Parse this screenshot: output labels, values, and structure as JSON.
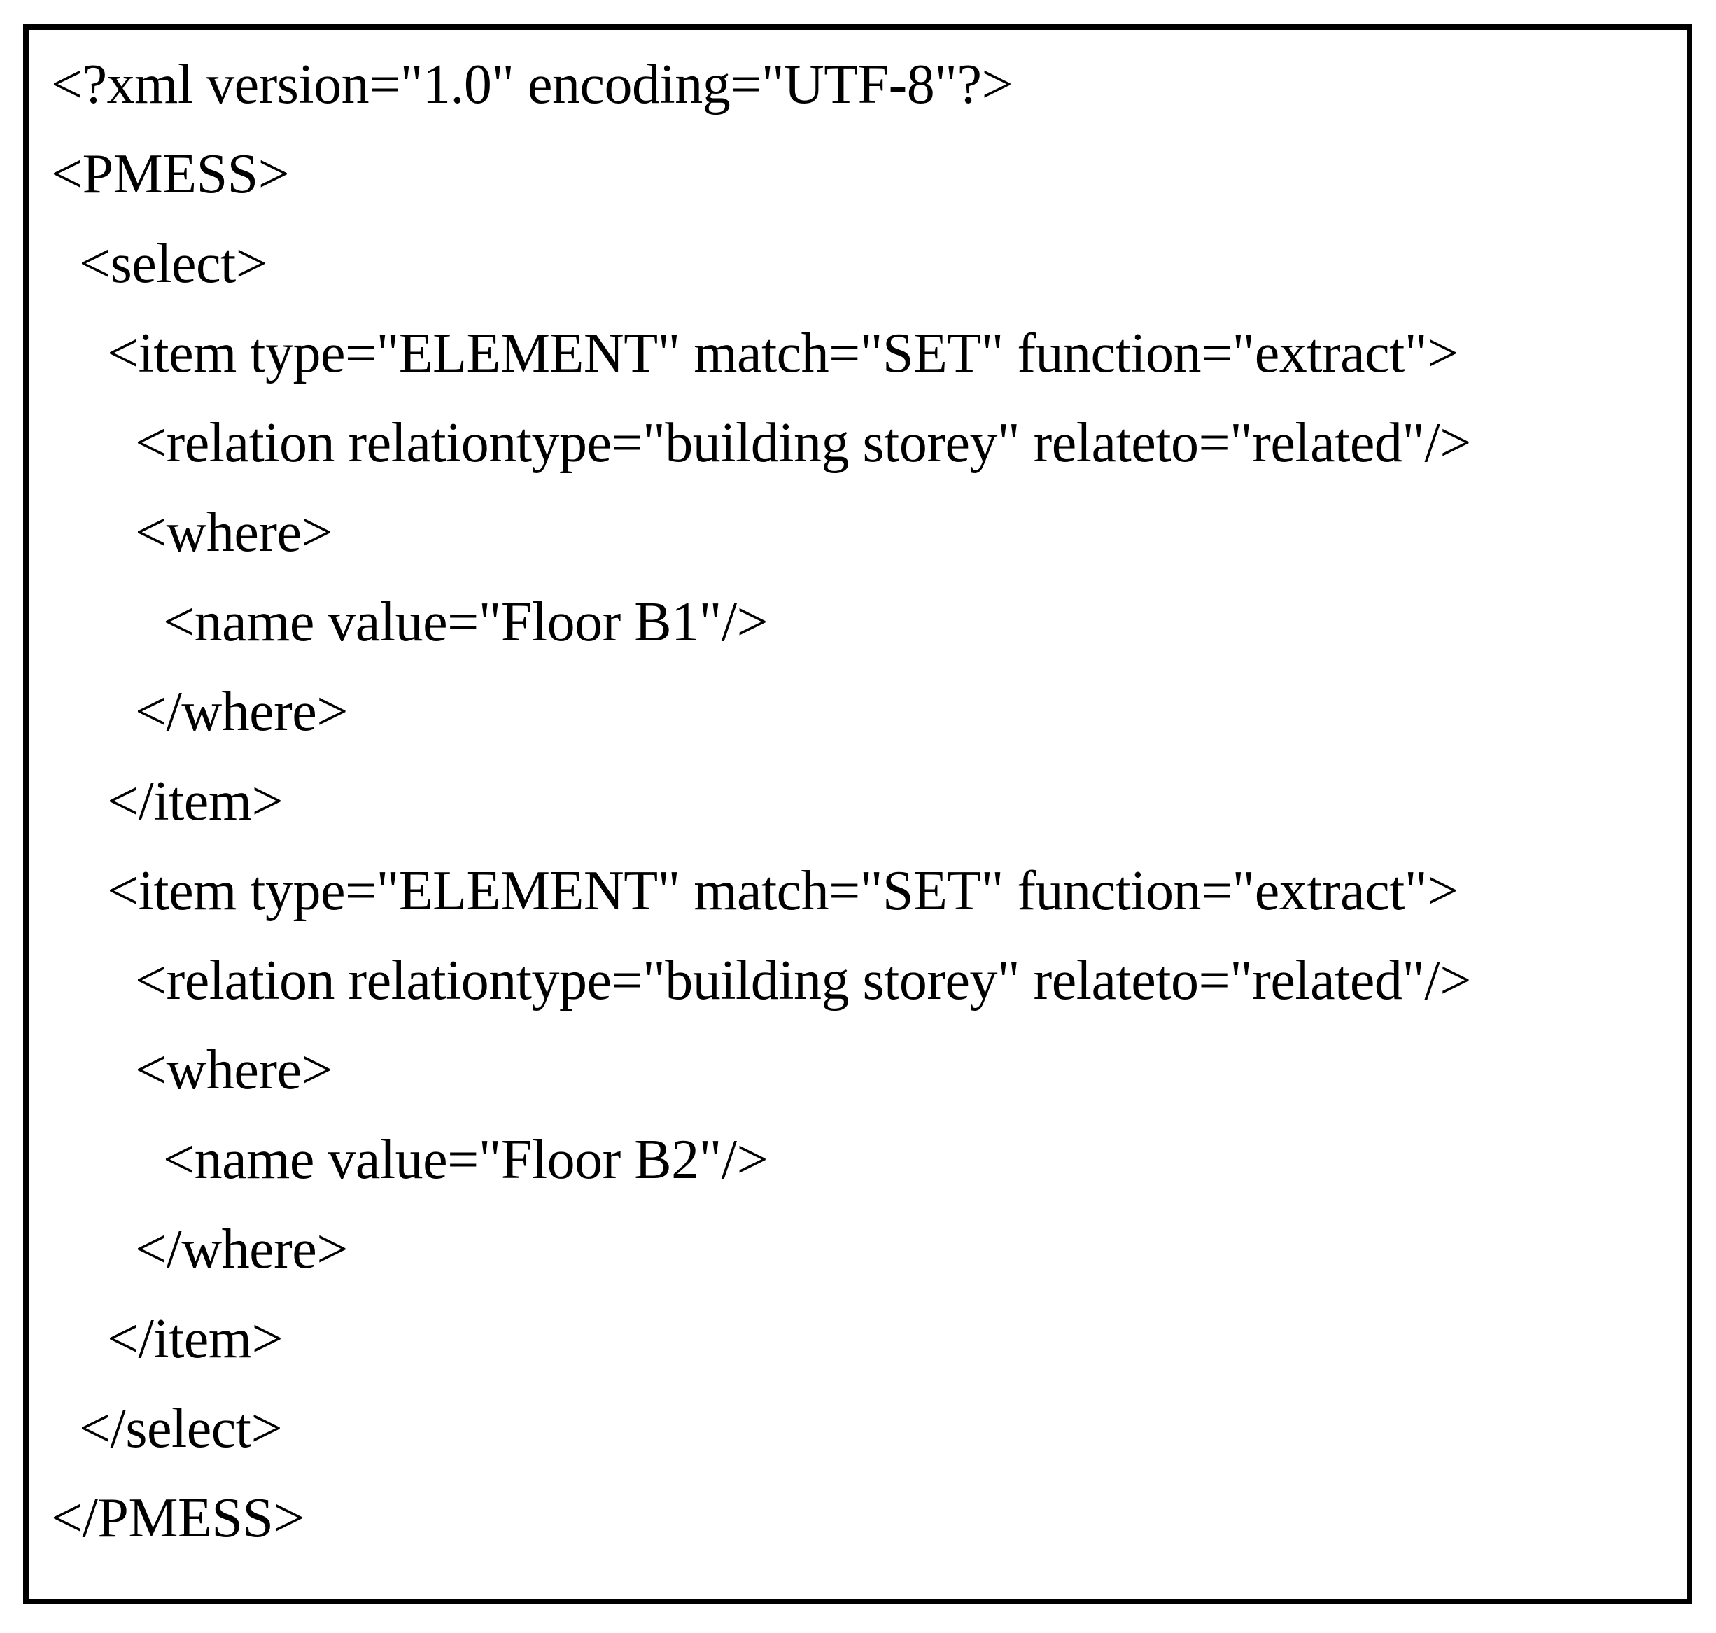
{
  "figure": {
    "background": "#ffffff",
    "border_color": "#000000",
    "text_color": "#000000",
    "description": "XML code listing of a PMESS select message"
  },
  "code": {
    "language": "xml",
    "indent_levels": [
      0,
      0,
      1,
      2,
      3,
      3,
      4,
      3,
      2,
      2,
      3,
      3,
      4,
      3,
      2,
      1,
      0
    ],
    "lines": [
      {
        "indent": 0,
        "text": "<?xml version=\"1.0\" encoding=\"UTF-8\"?>"
      },
      {
        "indent": 0,
        "text": "<PMESS>"
      },
      {
        "indent": 1,
        "text": "<select>"
      },
      {
        "indent": 2,
        "text": "<item type=\"ELEMENT\" match=\"SET\" function=\"extract\">"
      },
      {
        "indent": 3,
        "text": "<relation relationtype=\"building storey\" relateto=\"related\"/>"
      },
      {
        "indent": 3,
        "text": "<where>"
      },
      {
        "indent": 4,
        "text": "<name value=\"Floor B1\"/>"
      },
      {
        "indent": 3,
        "text": "</where>"
      },
      {
        "indent": 2,
        "text": "</item>"
      },
      {
        "indent": 2,
        "text": "<item type=\"ELEMENT\" match=\"SET\" function=\"extract\">"
      },
      {
        "indent": 3,
        "text": "<relation relationtype=\"building storey\" relateto=\"related\"/>"
      },
      {
        "indent": 3,
        "text": "<where>"
      },
      {
        "indent": 4,
        "text": "<name value=\"Floor B2\"/>"
      },
      {
        "indent": 3,
        "text": "</where>"
      },
      {
        "indent": 2,
        "text": "</item>"
      },
      {
        "indent": 1,
        "text": "</select>"
      },
      {
        "indent": 0,
        "text": "</PMESS>"
      }
    ]
  }
}
